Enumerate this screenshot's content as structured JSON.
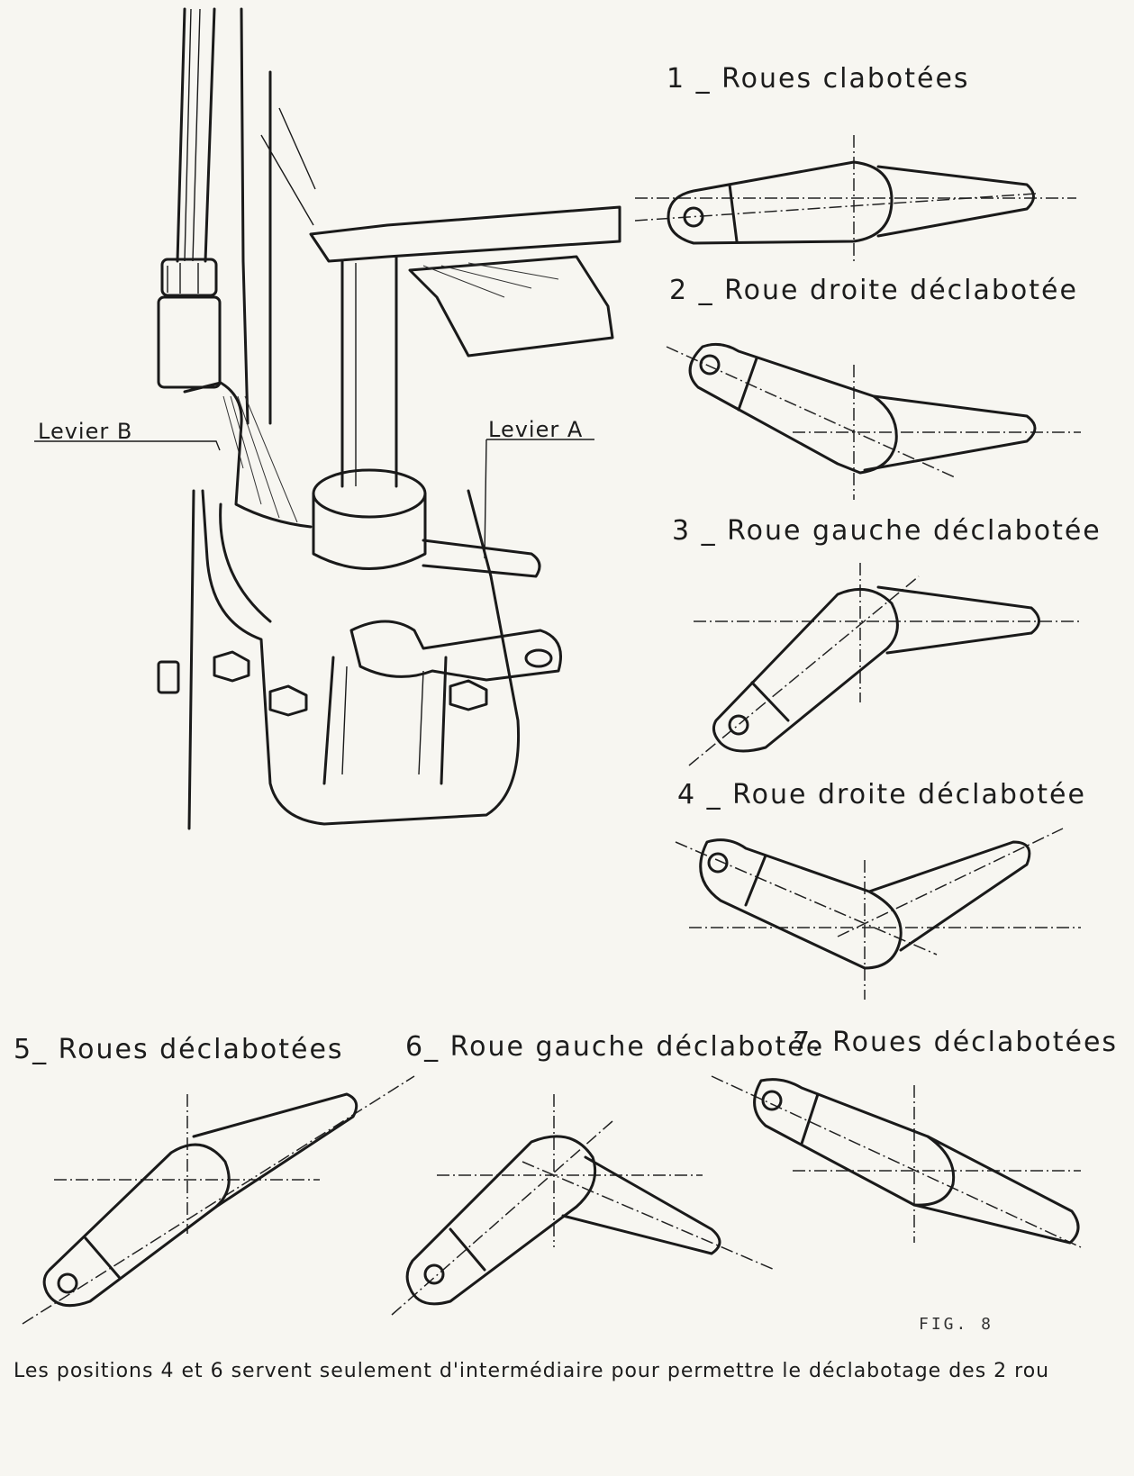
{
  "labels": {
    "levier_b": "Levier B",
    "levier_a": "Levier A"
  },
  "positions": [
    {
      "label": "1 _ Roues clabotées"
    },
    {
      "label": "2 _ Roue droite déclabotée"
    },
    {
      "label": "3 _ Roue gauche déclabotée"
    },
    {
      "label": "4 _ Roue droite déclabotée"
    },
    {
      "label": "5_ Roues déclabotées"
    },
    {
      "label": "6_ Roue gauche déclabotée"
    },
    {
      "label": "7. Roues déclabotées"
    }
  ],
  "figure_number": "FIG. 8",
  "footnote": "Les positions 4 et 6 servent seulement d'intermédiaire pour permettre le déclabotage des 2 rou"
}
